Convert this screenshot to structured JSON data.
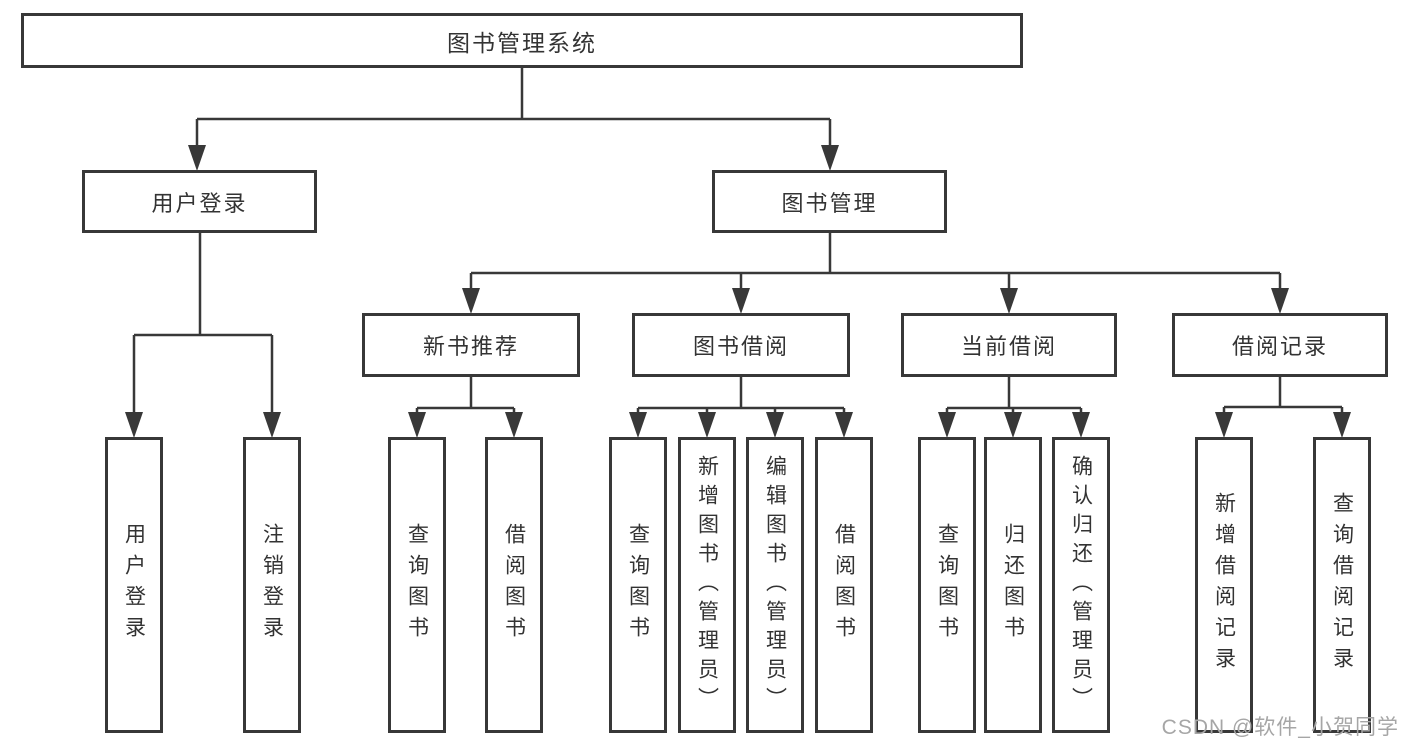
{
  "diagram": {
    "type": "hierarchy-diagram",
    "colors": {
      "line": "#383838",
      "text": "#333333",
      "watermark": "#a6a6a6",
      "background": "#ffffff"
    },
    "tree": {
      "label": "图书管理系统",
      "children": [
        {
          "label": "用户登录",
          "children": [
            {
              "label": "用户登录"
            },
            {
              "label": "注销登录"
            }
          ]
        },
        {
          "label": "图书管理",
          "children": [
            {
              "label": "新书推荐",
              "children": [
                {
                  "label": "查询图书"
                },
                {
                  "label": "借阅图书"
                }
              ]
            },
            {
              "label": "图书借阅",
              "children": [
                {
                  "label": "查询图书"
                },
                {
                  "label": "新增图书（管理员）"
                },
                {
                  "label": "编辑图书（管理员）"
                },
                {
                  "label": "借阅图书"
                }
              ]
            },
            {
              "label": "当前借阅",
              "children": [
                {
                  "label": "查询图书"
                },
                {
                  "label": "归还图书"
                },
                {
                  "label": "确认归还（管理员）"
                }
              ]
            },
            {
              "label": "借阅记录",
              "children": [
                {
                  "label": "新增借阅记录"
                },
                {
                  "label": "查询借阅记录"
                }
              ]
            }
          ]
        }
      ]
    },
    "watermark": {
      "text": "CSDN @软件_小贺同学"
    }
  }
}
